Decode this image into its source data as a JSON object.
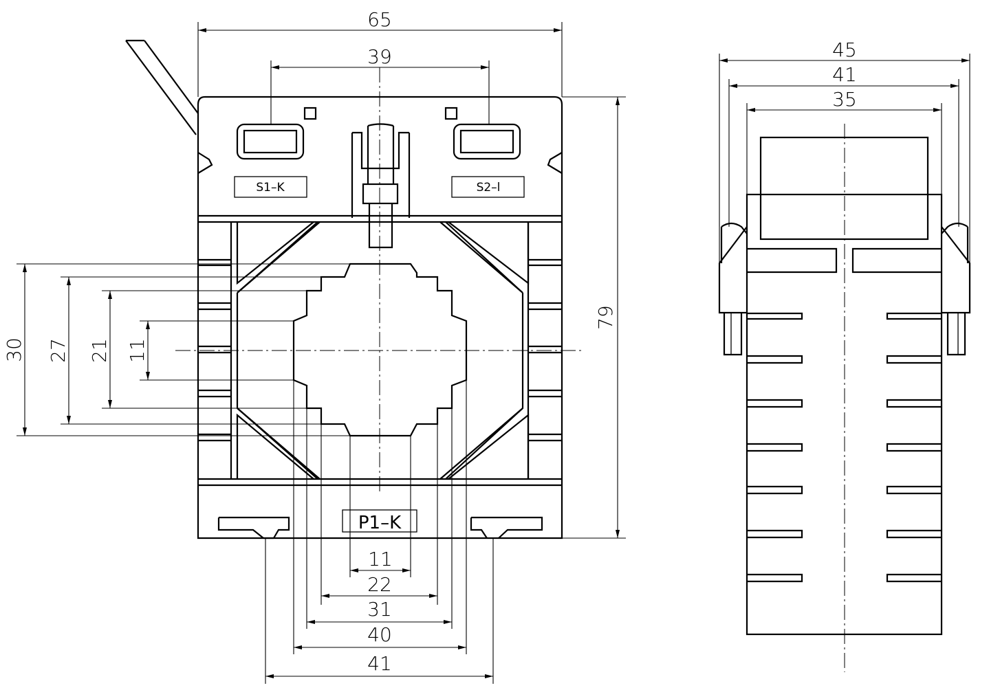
{
  "labels": {
    "s1": "S1–K",
    "s2": "S2–l",
    "p1": "P1–K"
  },
  "dims": {
    "front": {
      "width_overall": "65",
      "terminal_spacing": "39",
      "height_overall": "79",
      "h_30": "30",
      "h_27": "27",
      "h_21": "21",
      "h_11": "11",
      "b_11": "11",
      "b_22": "22",
      "b_31": "31",
      "b_40": "40",
      "b_41": "41"
    },
    "side": {
      "w_45": "45",
      "w_41": "41",
      "w_35": "35"
    }
  }
}
